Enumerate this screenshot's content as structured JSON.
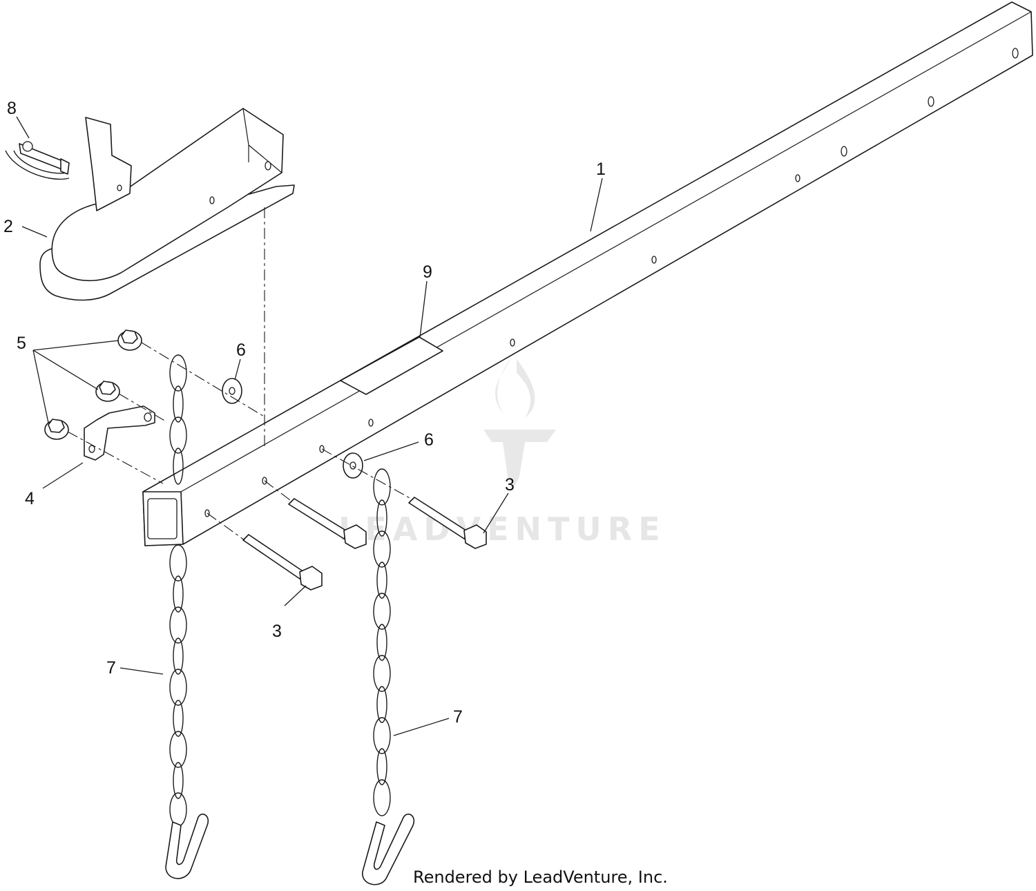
{
  "callouts": {
    "c1": "1",
    "c2": "2",
    "c3a": "3",
    "c3b": "3",
    "c4": "4",
    "c5": "5",
    "c6a": "6",
    "c6b": "6",
    "c7a": "7",
    "c7b": "7",
    "c8": "8",
    "c9": "9"
  },
  "footer": "Rendered by LeadVenture, Inc.",
  "watermark": "LEADVENTURE"
}
